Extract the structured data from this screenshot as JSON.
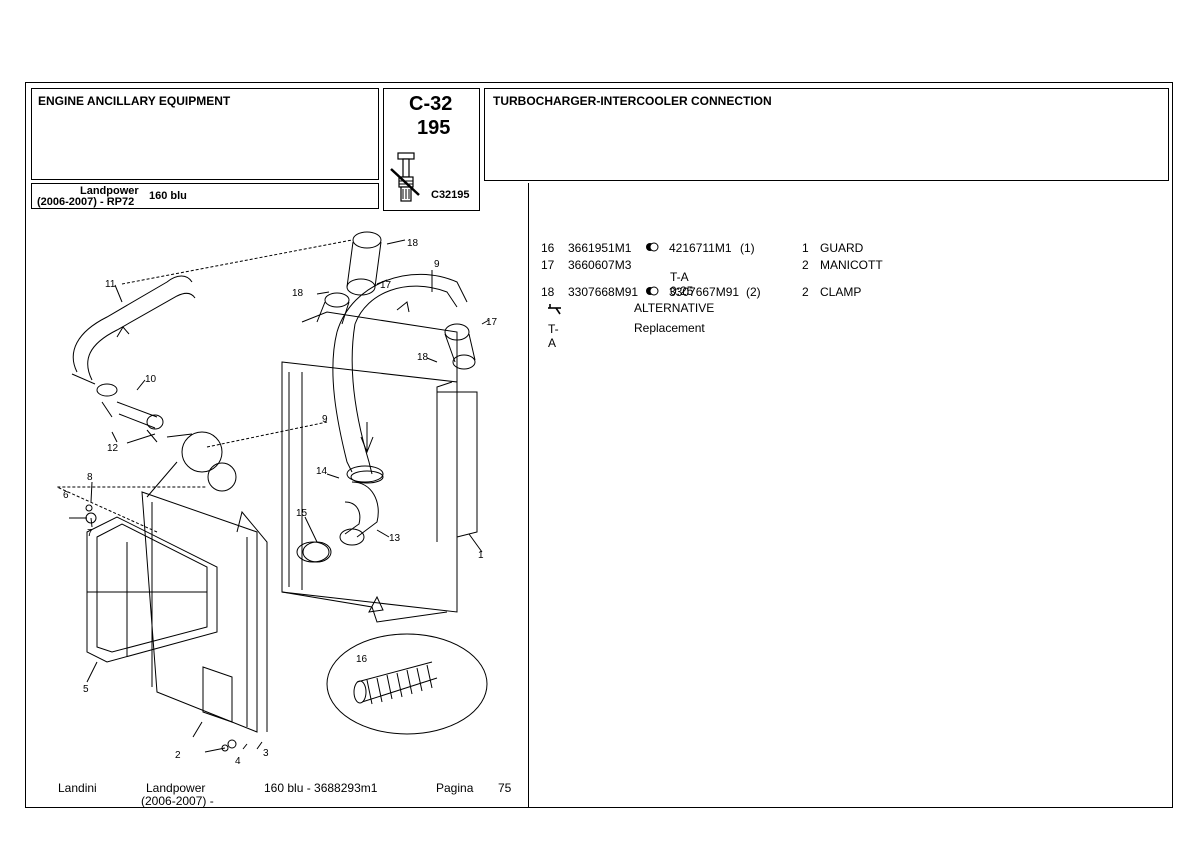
{
  "header": {
    "section_title": "ENGINE ANCILLARY EQUIPMENT",
    "code": "C-32",
    "number": "195",
    "image_code": "C32195",
    "group_title": "TURBOCHARGER-INTERCOOLER CONNECTION",
    "model_line1": "Landpower",
    "model_line2": "(2006-2007) - RP72",
    "model_variant": "160 blu"
  },
  "parts": [
    {
      "ref": "16",
      "part": "3661951M1",
      "alt_part": "4216711M1",
      "alt_qty": "(1)",
      "qty": "1",
      "desc": "GUARD"
    },
    {
      "ref": "17",
      "part": "3660607M3",
      "note": "T-A 0:25",
      "qty": "2",
      "desc": "MANICOTT"
    },
    {
      "ref": "18",
      "part": "3307668M91",
      "alt_part": "3307667M91",
      "alt_qty": "(2)",
      "qty": "2",
      "desc": "CLAMP"
    }
  ],
  "legend": {
    "alternative": "ALTERNATIVE",
    "ta_code": "T-A",
    "replacement": "Replacement"
  },
  "diagram_labels": {
    "l1": "1",
    "l2": "2",
    "l3": "3",
    "l4": "4",
    "l5": "5",
    "l6": "6",
    "l7": "7",
    "l8": "8",
    "l9a": "9",
    "l9b": "9",
    "l10": "10",
    "l11": "11",
    "l12": "12",
    "l13": "13",
    "l14": "14",
    "l15": "15",
    "l16": "16",
    "l17a": "17",
    "l17b": "17",
    "l18a": "18",
    "l18b": "18",
    "l18c": "18"
  },
  "footer": {
    "brand": "Landini",
    "model": "Landpower",
    "years": "(2006-2007) -",
    "doc": "160 blu - 3688293m1",
    "page_label": "Pagina",
    "page_number": "75"
  }
}
